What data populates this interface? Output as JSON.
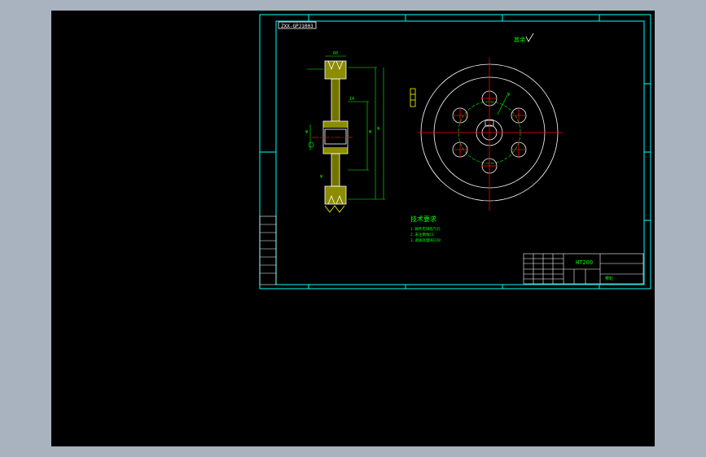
{
  "drawing": {
    "part_code": "ZXX-GPJ1003",
    "remaining_mark": "其余",
    "tech_requirements": {
      "title": "技术要求",
      "items": [
        "1.铸件无缺陷气孔",
        "2.未注倒角C1",
        "3.调质处理HB220"
      ]
    },
    "title_block": {
      "material": "HT200",
      "name": "带轮"
    }
  },
  "colors": {
    "background": "#000000",
    "frame": "#00ffff",
    "outline": "#ffffff",
    "dimension": "#00ff00",
    "centerline": "#ff0000",
    "hatch": "#ffff00"
  }
}
